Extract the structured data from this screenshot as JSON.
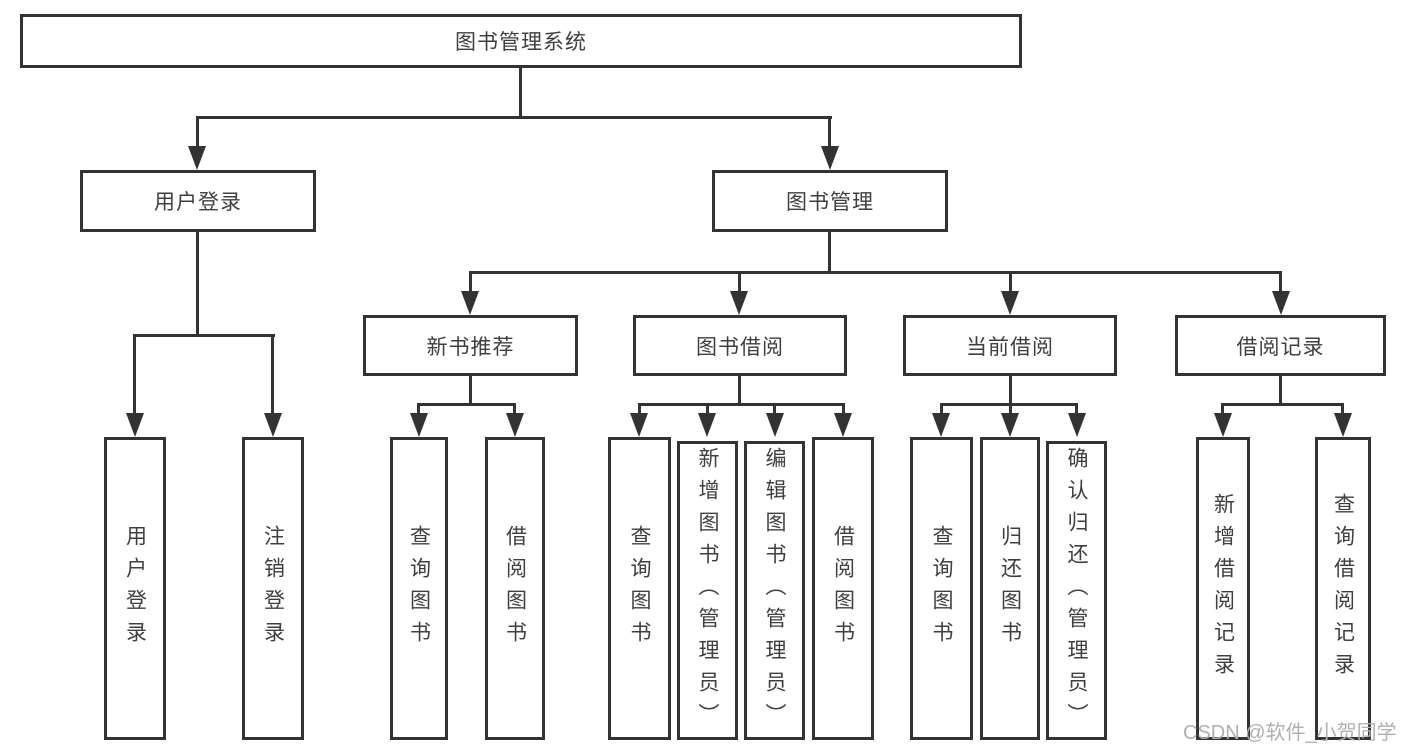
{
  "colors": {
    "line": "#333333",
    "text": "#3f3f3f",
    "background": "#ffffff",
    "watermark": "#b0b0b0"
  },
  "watermark": "CSDN @软件_小贺同学",
  "tree": {
    "label": "图书管理系统",
    "children": [
      {
        "label": "用户登录",
        "children": [
          {
            "label": "用户登录"
          },
          {
            "label": "注销登录"
          }
        ]
      },
      {
        "label": "图书管理",
        "children": [
          {
            "label": "新书推荐",
            "children": [
              {
                "label": "查询图书"
              },
              {
                "label": "借阅图书"
              }
            ]
          },
          {
            "label": "图书借阅",
            "children": [
              {
                "label": "查询图书"
              },
              {
                "label": "新增图书（管理员）"
              },
              {
                "label": "编辑图书（管理员）"
              },
              {
                "label": "借阅图书"
              }
            ]
          },
          {
            "label": "当前借阅",
            "children": [
              {
                "label": "查询图书"
              },
              {
                "label": "归还图书"
              },
              {
                "label": "确认归还（管理员）"
              }
            ]
          },
          {
            "label": "借阅记录",
            "children": [
              {
                "label": "新增借阅记录"
              },
              {
                "label": "查询借阅记录"
              }
            ]
          }
        ]
      }
    ]
  }
}
